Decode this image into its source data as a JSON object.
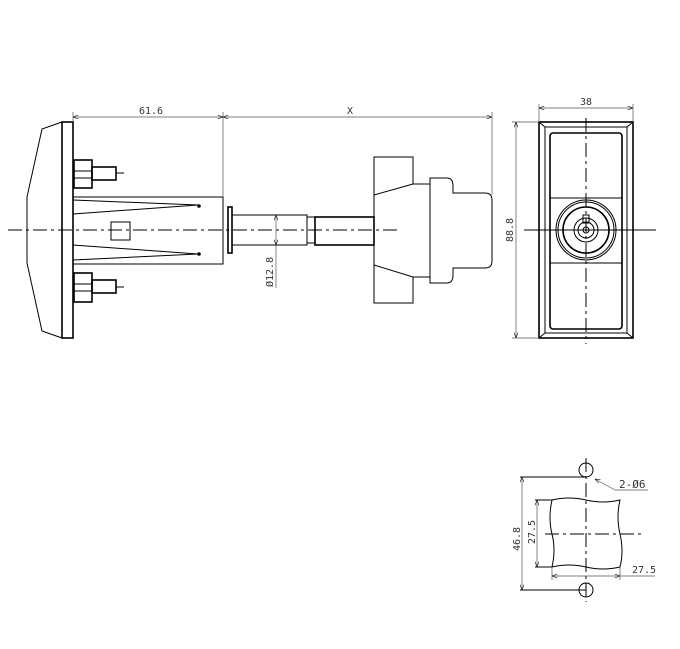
{
  "side_view": {
    "dim_body_length": "61.6",
    "dim_handle_length": "X",
    "dim_shaft_diameter": "Ø12.8"
  },
  "front_view": {
    "dim_width": "38",
    "dim_height": "88.8"
  },
  "panel_cutout": {
    "dim_hole_callout": "2-Ø6",
    "dim_hole_spacing": "46.8",
    "dim_cutout_height": "27.5",
    "dim_cutout_width": "27.5"
  }
}
